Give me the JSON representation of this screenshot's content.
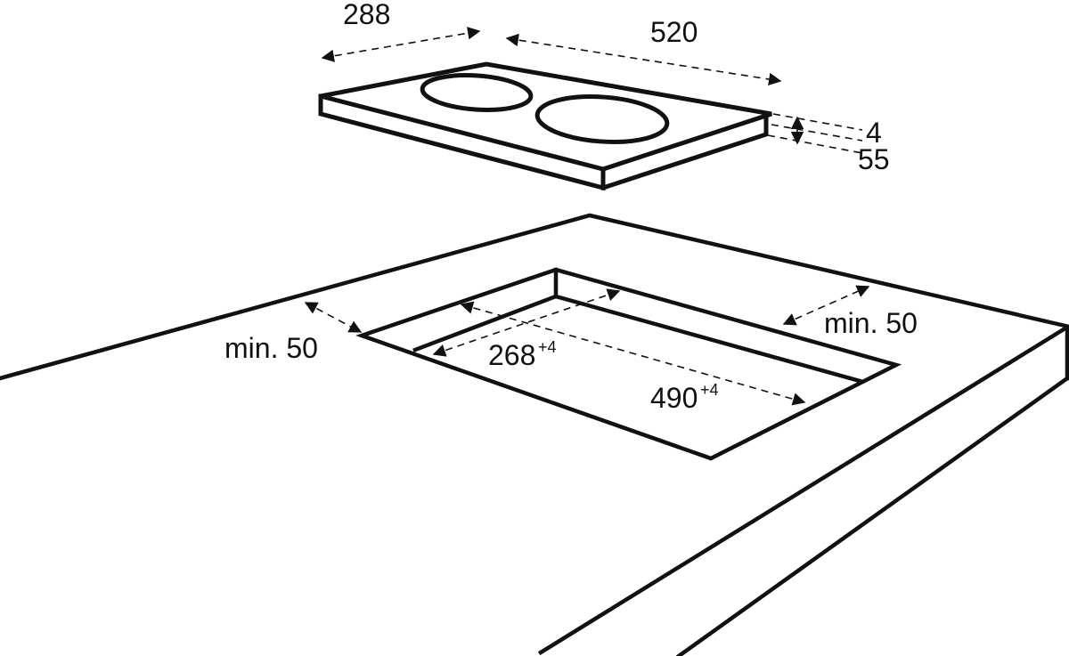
{
  "diagram": {
    "hob": {
      "depth_label": "288",
      "width_label": "520",
      "glass_thickness_label": "4",
      "total_height_label": "55"
    },
    "cutout": {
      "depth_label": "268",
      "depth_tolerance": "+4",
      "width_label": "490",
      "width_tolerance": "+4",
      "front_clearance_label": "min. 50",
      "rear_clearance_label": "min. 50"
    },
    "colors": {
      "line": "#111111",
      "background": "#ffffff"
    }
  }
}
